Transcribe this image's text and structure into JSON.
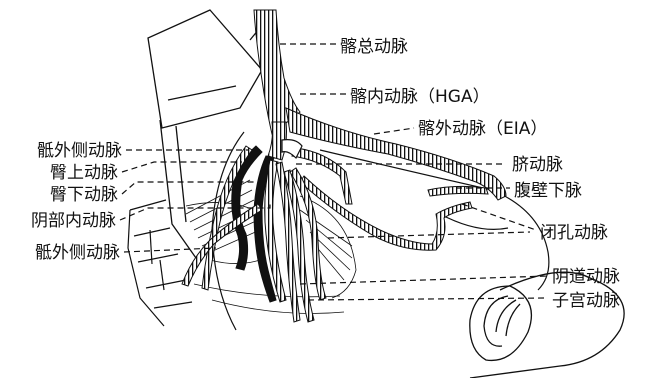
{
  "colors": {
    "ink": "#111111",
    "background": "#ffffff"
  },
  "labels": {
    "common_iliac": "髂总动脉",
    "internal_iliac": "髂内动脉（HGA）",
    "external_iliac": "髂外动脉（EIA）",
    "umbilical": "脐动脉",
    "inferior_epigastric": "腹壁下脉",
    "obturator": "闭孔动脉",
    "vaginal": "阴道动脉",
    "uterine": "子宫动脉",
    "lateral_sacral_upper": "骶外侧动脉",
    "superior_gluteal": "臀上动脉",
    "inferior_gluteal": "臀下动脉",
    "internal_pudendal": "阴部内动脉",
    "lateral_sacral_lower": "骶外侧动脉"
  }
}
